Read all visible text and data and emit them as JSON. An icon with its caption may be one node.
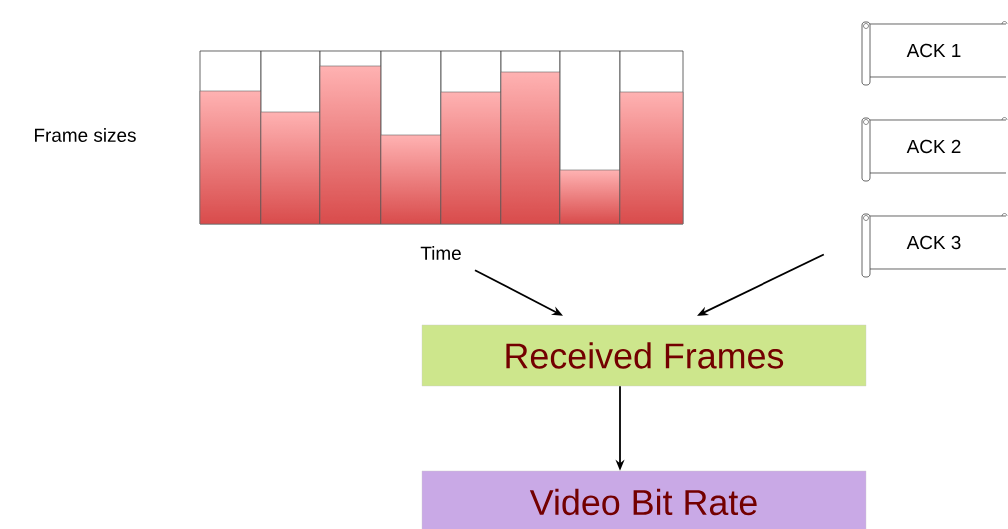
{
  "diagram": {
    "nodes": [
      {
        "text": [],
        "shape": "picture",
        "beside": [
          "Frame sizes",
          "Time"
        ]
      },
      {
        "text": [
          "ACK 1"
        ]
      },
      {
        "text": [
          "ACK 2"
        ]
      },
      {
        "text": [
          "ACK 3"
        ]
      },
      {
        "text": [
          "Received Frames"
        ]
      },
      {
        "text": [
          "Video Bit Rate"
        ]
      }
    ],
    "edges": [
      {
        "from": 0,
        "to": 4,
        "arrow": "to"
      },
      {
        "from": 3,
        "to": 4,
        "arrow": "to"
      },
      {
        "from": 4,
        "to": 5,
        "arrow": "to"
      }
    ]
  }
}
